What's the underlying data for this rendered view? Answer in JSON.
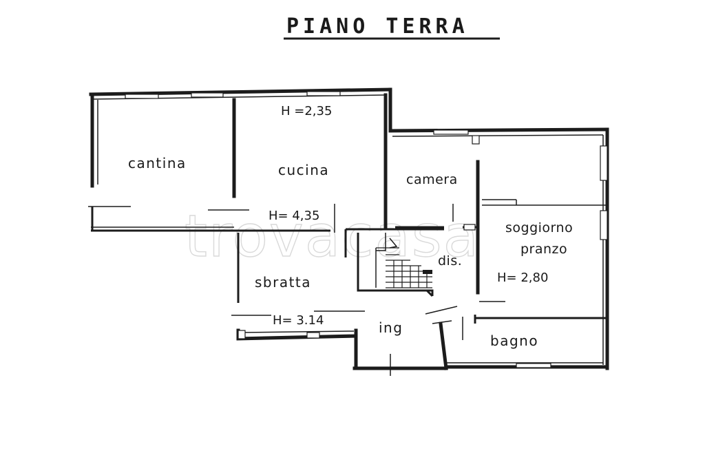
{
  "title": "PIANO TERRA",
  "watermark": "trovacasa",
  "rooms": {
    "cantina": "cantina",
    "cucina": "cucina",
    "camera": "camera",
    "soggiorno_line1": "soggiorno",
    "soggiorno_line2": "pranzo",
    "dis": "dis.",
    "sbratta": "sbratta",
    "ing": "ing",
    "bagno": "bagno"
  },
  "heights": {
    "cucina_top": "H =2,35",
    "cucina_bottom": "H= 4,35",
    "soggiorno": "H= 2,80",
    "sbratta": "H= 3.14"
  },
  "colors": {
    "ink": "#1c1c1c",
    "background": "#ffffff",
    "watermark": "#d9d9d9"
  }
}
